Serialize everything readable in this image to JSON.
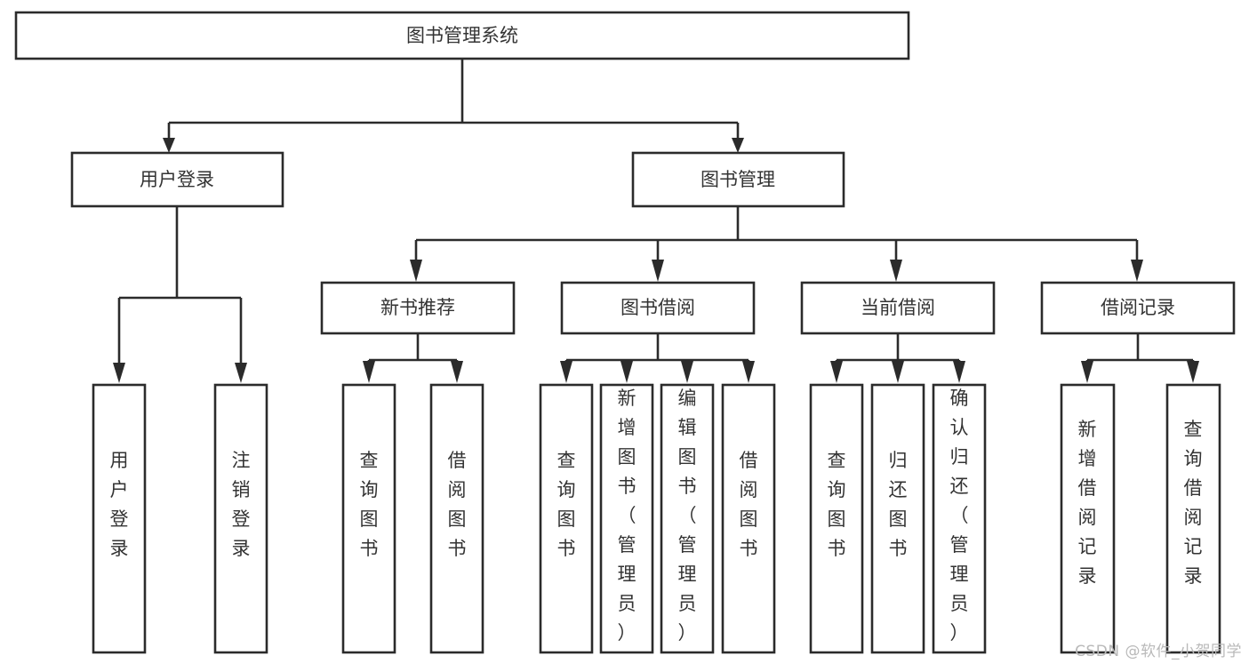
{
  "diagram": {
    "type": "tree-hierarchy",
    "title": "图书管理系统",
    "watermark": "CSDN @软件_小贺同学",
    "colors": {
      "background": "#ffffff",
      "stroke": "#2b2b2b",
      "text": "#333333",
      "watermark": "#b9b9b9"
    },
    "nodes": {
      "root": {
        "label": "图书管理系统",
        "level": 1,
        "orientation": "horizontal"
      },
      "l2": [
        {
          "id": "user-login",
          "label": "用户登录",
          "level": 2,
          "orientation": "horizontal"
        },
        {
          "id": "book-manage",
          "label": "图书管理",
          "level": 2,
          "orientation": "horizontal"
        }
      ],
      "l3": [
        {
          "id": "new-book-rec",
          "label": "新书推荐",
          "level": 3,
          "orientation": "horizontal"
        },
        {
          "id": "book-borrow",
          "label": "图书借阅",
          "level": 3,
          "orientation": "horizontal"
        },
        {
          "id": "current-borrow",
          "label": "当前借阅",
          "level": 3,
          "orientation": "horizontal"
        },
        {
          "id": "borrow-record",
          "label": "借阅记录",
          "level": 3,
          "orientation": "horizontal"
        }
      ],
      "leaves": [
        {
          "id": "leaf-user-login",
          "label": "用户登录",
          "parent": "user-login",
          "orientation": "vertical"
        },
        {
          "id": "leaf-user-logout",
          "label": "注销登录",
          "parent": "user-login",
          "orientation": "vertical"
        },
        {
          "id": "leaf-query-book-1",
          "label": "查询图书",
          "parent": "new-book-rec",
          "orientation": "vertical"
        },
        {
          "id": "leaf-borrow-book-1",
          "label": "借阅图书",
          "parent": "new-book-rec",
          "orientation": "vertical"
        },
        {
          "id": "leaf-query-book-2",
          "label": "查询图书",
          "parent": "book-borrow",
          "orientation": "vertical"
        },
        {
          "id": "leaf-add-book",
          "label": "新增图书（管理员）",
          "parent": "book-borrow",
          "orientation": "vertical"
        },
        {
          "id": "leaf-edit-book",
          "label": "编辑图书（管理员）",
          "parent": "book-borrow",
          "orientation": "vertical"
        },
        {
          "id": "leaf-borrow-book-2",
          "label": "借阅图书",
          "parent": "book-borrow",
          "orientation": "vertical"
        },
        {
          "id": "leaf-query-book-3",
          "label": "查询图书",
          "parent": "current-borrow",
          "orientation": "vertical"
        },
        {
          "id": "leaf-return-book",
          "label": "归还图书",
          "parent": "current-borrow",
          "orientation": "vertical"
        },
        {
          "id": "leaf-confirm-return",
          "label": "确认归还（管理员）",
          "parent": "current-borrow",
          "orientation": "vertical"
        },
        {
          "id": "leaf-add-record",
          "label": "新增借阅记录",
          "parent": "borrow-record",
          "orientation": "vertical"
        },
        {
          "id": "leaf-query-record",
          "label": "查询借阅记录",
          "parent": "borrow-record",
          "orientation": "vertical"
        }
      ]
    }
  }
}
